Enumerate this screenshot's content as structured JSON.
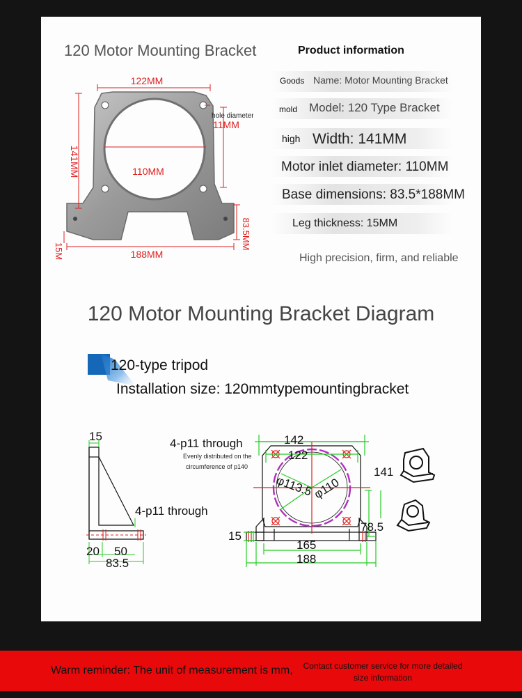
{
  "header": {
    "title": "120 Motor Mounting Bracket"
  },
  "photo": {
    "dim_top": "122MM",
    "hole_label": "hole diameter",
    "hole_value": "11MM",
    "dim_left": "141MM",
    "dim_inner": "110MM",
    "dim_right": "83.5MM",
    "dim_leg": "15MM",
    "dim_bottom": "188MM"
  },
  "product_info": {
    "heading": "Product information",
    "goods_label": "Goods",
    "goods_value": "Name: Motor Mounting Bracket",
    "mold_label": "mold",
    "mold_value": "Model: 120 Type Bracket",
    "high_label": "high",
    "high_value": "Width: 141MM",
    "inlet": "Motor inlet diameter: 110MM",
    "base": "Base dimensions: 83.5*188MM",
    "leg": "Leg thickness: 15MM",
    "slogan": "High precision, firm, and reliable"
  },
  "diagram": {
    "title": "120 Motor Mounting Bracket Diagram",
    "tripod": "120-type tripod",
    "install": "Installation size: 120mmtypemountingbracket",
    "side": {
      "top": "15",
      "through": "4-p11 through",
      "b1": "20",
      "b2": "50",
      "b3": "83.5"
    },
    "front": {
      "through": "4-p11 through",
      "note1": "Evenly distributed on the",
      "note2": "circumference of p140",
      "d142": "142",
      "d122": "122",
      "d141": "141",
      "d785": "78.5",
      "d15": "15",
      "d165": "165",
      "d188": "188",
      "phi113": "φ113.5",
      "phi110": "φ110"
    }
  },
  "footer": {
    "left": "Warm reminder: The unit of measurement is mm,",
    "right": "Contact customer service for more detailed size information"
  },
  "colors": {
    "footer_bg": "#e8090b",
    "dim_red": "#e02020",
    "dim_green": "#22cc22",
    "circle_purple": "#b030c0"
  }
}
